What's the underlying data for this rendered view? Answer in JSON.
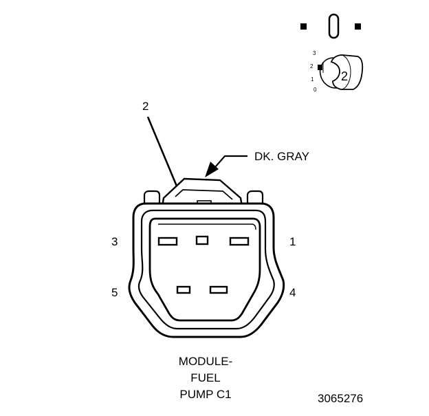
{
  "inset": {
    "scale_labels": [
      "3",
      "2",
      "1",
      "0"
    ],
    "key_label": "2"
  },
  "callout": {
    "pin_label": "2",
    "color_label": "DK. GRAY"
  },
  "pins": {
    "pin3": "3",
    "pin1": "1",
    "pin5": "5",
    "pin4": "4"
  },
  "caption": {
    "line1": "MODULE-",
    "line2": "FUEL",
    "line3": "PUMP C1"
  },
  "figure_id": "3065276"
}
